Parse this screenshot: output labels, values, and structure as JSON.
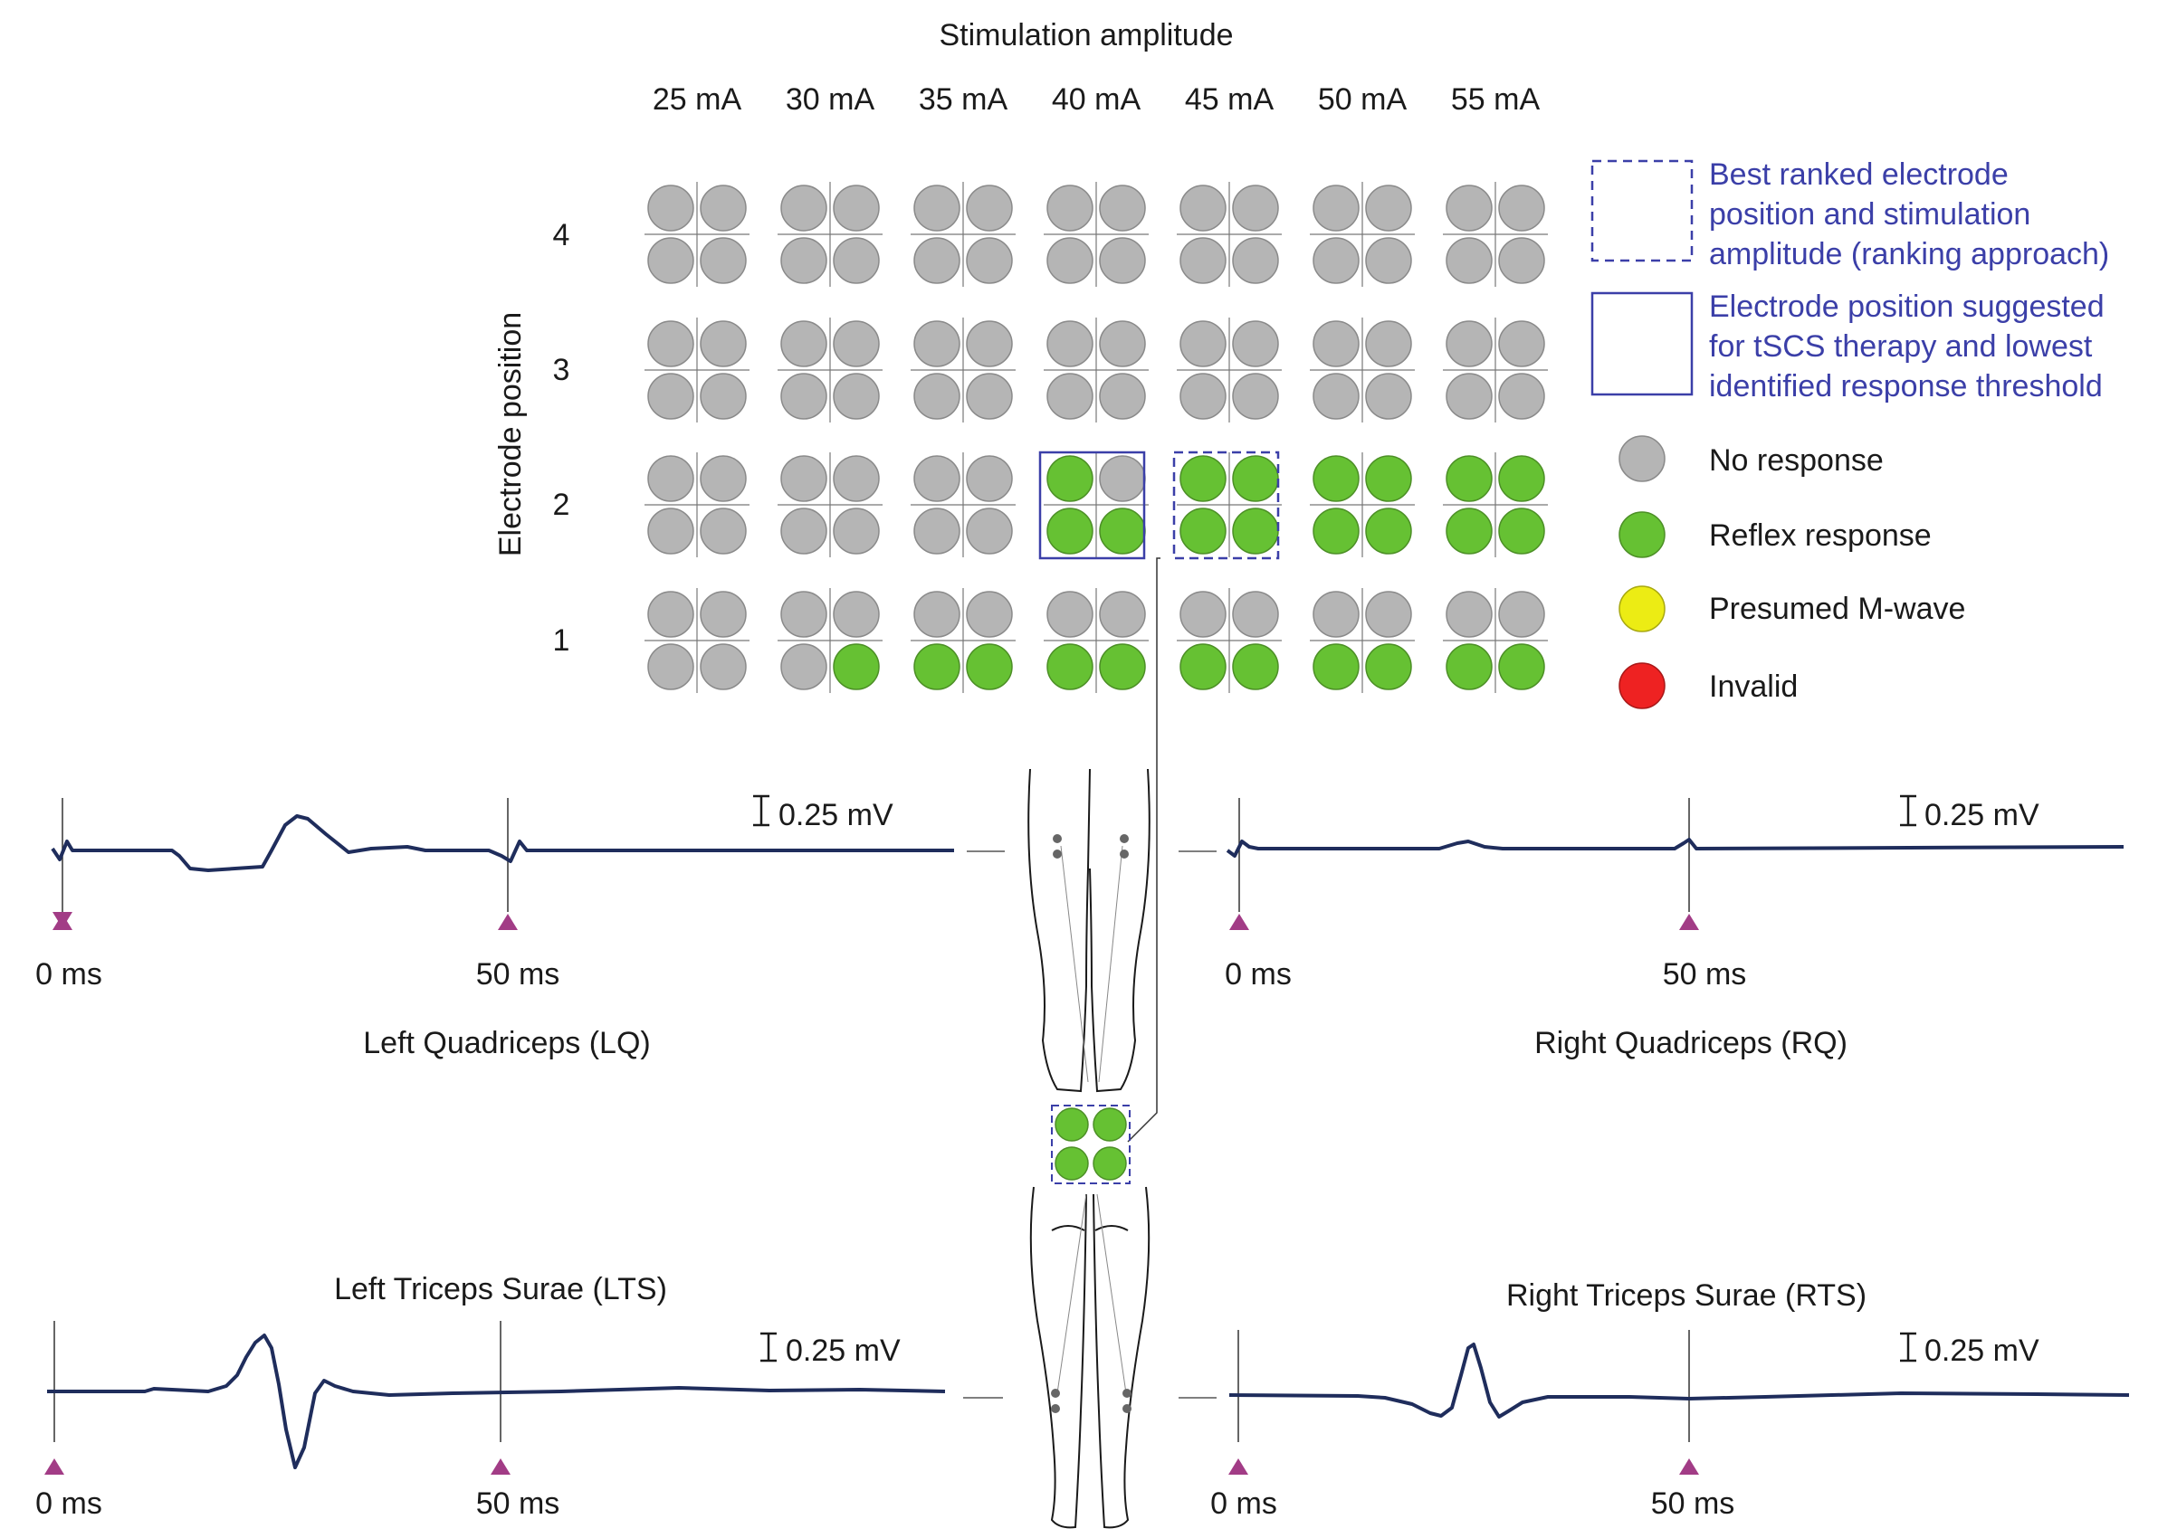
{
  "title": "Stimulation amplitude",
  "y_axis_label": "Electrode position",
  "amplitudes": [
    "25 mA",
    "30 mA",
    "35 mA",
    "40 mA",
    "45 mA",
    "50 mA",
    "55 mA"
  ],
  "positions": [
    "4",
    "3",
    "2",
    "1"
  ],
  "grid_states": {
    "4": [
      [
        "n",
        "n",
        "n",
        "n"
      ],
      [
        "n",
        "n",
        "n",
        "n"
      ],
      [
        "n",
        "n",
        "n",
        "n"
      ],
      [
        "n",
        "n",
        "n",
        "n"
      ],
      [
        "n",
        "n",
        "n",
        "n"
      ],
      [
        "n",
        "n",
        "n",
        "n"
      ],
      [
        "n",
        "n",
        "n",
        "n"
      ]
    ],
    "3": [
      [
        "n",
        "n",
        "n",
        "n"
      ],
      [
        "n",
        "n",
        "n",
        "n"
      ],
      [
        "n",
        "n",
        "n",
        "n"
      ],
      [
        "n",
        "n",
        "n",
        "n"
      ],
      [
        "n",
        "n",
        "n",
        "n"
      ],
      [
        "n",
        "n",
        "n",
        "n"
      ],
      [
        "n",
        "n",
        "n",
        "n"
      ]
    ],
    "2": [
      [
        "n",
        "n",
        "n",
        "n"
      ],
      [
        "n",
        "n",
        "n",
        "n"
      ],
      [
        "n",
        "n",
        "n",
        "n"
      ],
      [
        "r",
        "n",
        "r",
        "r"
      ],
      [
        "r",
        "r",
        "r",
        "r"
      ],
      [
        "r",
        "r",
        "r",
        "r"
      ],
      [
        "r",
        "r",
        "r",
        "r"
      ]
    ],
    "1": [
      [
        "n",
        "n",
        "n",
        "n"
      ],
      [
        "n",
        "n",
        "n",
        "r"
      ],
      [
        "n",
        "n",
        "r",
        "r"
      ],
      [
        "n",
        "n",
        "r",
        "r"
      ],
      [
        "n",
        "n",
        "r",
        "r"
      ],
      [
        "n",
        "n",
        "r",
        "r"
      ],
      [
        "n",
        "n",
        "r",
        "r"
      ]
    ]
  },
  "highlights": {
    "suggested": {
      "position": "2",
      "amplitude": "40 mA"
    },
    "best_ranked": {
      "position": "2",
      "amplitude": "45 mA"
    }
  },
  "legend": {
    "best_ranked": [
      "Best ranked electrode",
      "position and stimulation",
      "amplitude (ranking approach)"
    ],
    "suggested": [
      "Electrode position suggested",
      "for tSCS therapy and lowest",
      "identified response threshold"
    ],
    "items": [
      {
        "key": "n",
        "label": "No response",
        "color": "#b5b5b5"
      },
      {
        "key": "r",
        "label": "Reflex response",
        "color": "#66c133"
      },
      {
        "key": "m",
        "label": "Presumed M-wave",
        "color": "#ecec14"
      },
      {
        "key": "i",
        "label": "Invalid",
        "color": "#ee2222"
      }
    ]
  },
  "colors": {
    "no_response": "#b5b5b5",
    "reflex": "#66c133",
    "trace": "#1f2d5c",
    "marker": "#a23c86",
    "frame_blue": "#3b3fa8"
  },
  "traces": {
    "scale_label": "0.25 mV",
    "time_start_label": "0 ms",
    "time_mid_label": "50 ms",
    "left_quadriceps": "Left Quadriceps (LQ)",
    "right_quadriceps": "Right Quadriceps (RQ)",
    "left_triceps": "Left Triceps Surae (LTS)",
    "right_triceps": "Right Triceps Surae (RTS)"
  }
}
